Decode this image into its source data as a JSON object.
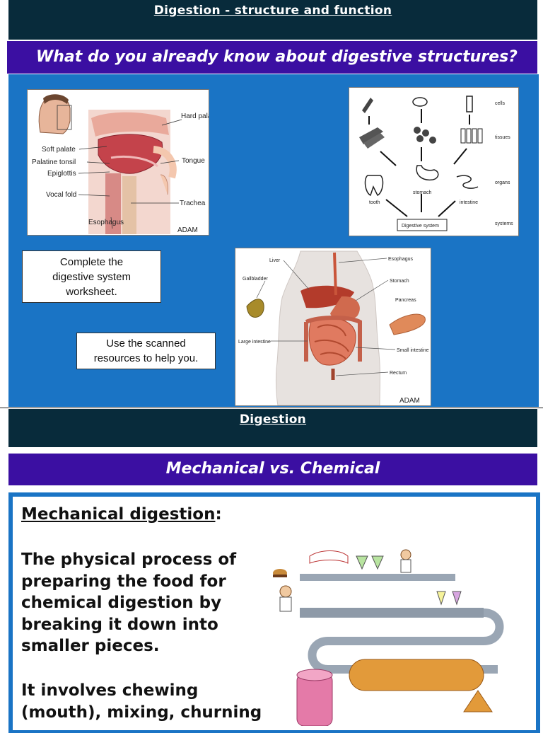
{
  "slide1": {
    "header_title": "Digestion - structure and function",
    "question": "What do you already know about digestive structures?",
    "notes": [
      "Complete the digestive system worksheet.",
      "Use the scanned resources to help you."
    ],
    "figure_mouth": {
      "labels": [
        "Hard palate",
        "Soft palate",
        "Palatine tonsil",
        "Epiglottis",
        "Vocal fold",
        "Esophagus",
        "Tongue",
        "Trachea"
      ],
      "credit": "ADAM"
    },
    "figure_levels": {
      "labels": [
        "cells",
        "tissues",
        "organs",
        "systems",
        "tooth",
        "stomach",
        "intestine",
        "Digestive system"
      ]
    },
    "figure_body": {
      "labels": [
        "Liver",
        "Esophagus",
        "Gallbladder",
        "Stomach",
        "Pancreas",
        "Large intestine",
        "Small intestine",
        "Rectum"
      ],
      "credit": "ADAM"
    }
  },
  "slide2": {
    "header_title": "Digestion",
    "subtitle": "Mechanical vs. Chemical",
    "term": "Mechanical digestion",
    "paragraph1": "The physical process of preparing the food for chemical digestion by breaking it down into smaller pieces.",
    "paragraph2": "It involves chewing (mouth), mixing, churning"
  }
}
